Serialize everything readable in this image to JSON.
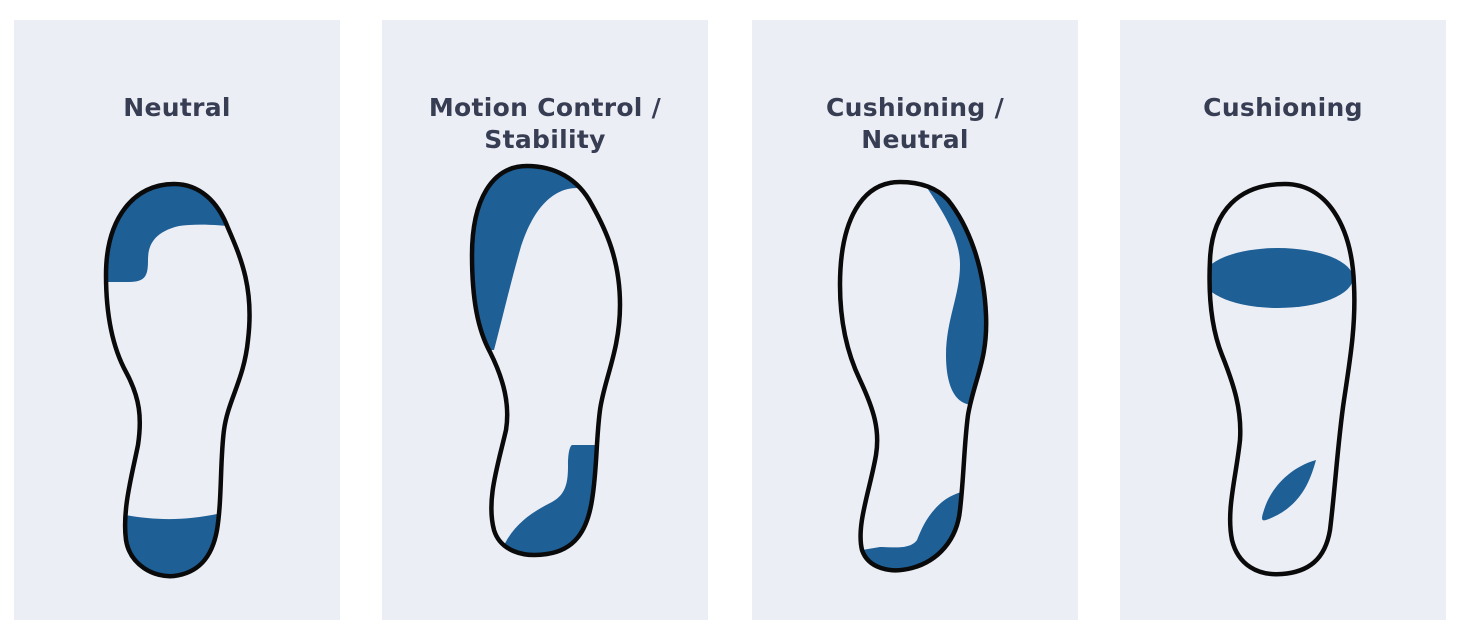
{
  "colors": {
    "panel_bg": "#eceef6",
    "title": "#373d52",
    "wear": "#1e5f96",
    "outline": "#0a0a0a"
  },
  "panels": [
    {
      "title": "Neutral",
      "icon": "sole-neutral-wear-icon"
    },
    {
      "title": "Motion Control / Stability",
      "icon": "sole-motion-control-wear-icon"
    },
    {
      "title": "Cushioning / Neutral",
      "icon": "sole-cushioning-neutral-wear-icon"
    },
    {
      "title": "Cushioning",
      "icon": "sole-cushioning-wear-icon"
    }
  ]
}
